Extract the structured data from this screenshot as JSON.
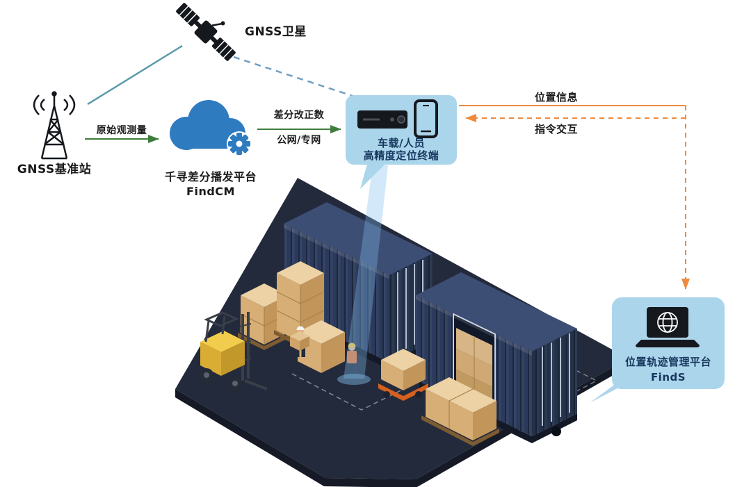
{
  "diagram": {
    "satellite": {
      "label": "GNSS卫星"
    },
    "base_station": {
      "label": "GNSS基准站"
    },
    "cloud_platform": {
      "name": "千寻差分播发平台",
      "product": "FindCM"
    },
    "terminal_panel": {
      "line1": "车载/人员",
      "line2": "高精度定位终端"
    },
    "management_panel": {
      "name": "位置轨迹管理平台",
      "product": "FindS"
    },
    "links": {
      "raw_observation": "原始观测量",
      "diff_correction": "差分改正数",
      "network": "公网/专网",
      "position_info": "位置信息",
      "command_interaction": "指令交互"
    }
  },
  "icons": {
    "satellite": "satellite-icon",
    "base_station": "radio-tower-icon",
    "cloud": "cloud-gear-icon",
    "terminal_receiver": "vehicle-terminal-icon",
    "terminal_phone": "smartphone-icon",
    "management": "laptop-globe-icon"
  },
  "colors": {
    "panel_blue": "#abd5eb",
    "label_navy": "#17375e",
    "arrow_green": "#3e7d3c",
    "arrow_orange": "#ef8a3c",
    "satellite_link_teal": "#5b9bab",
    "satellite_link_blue": "#6f9fc4",
    "cloud_blue": "#2f7bc0",
    "text_black": "#1a1a1a"
  }
}
